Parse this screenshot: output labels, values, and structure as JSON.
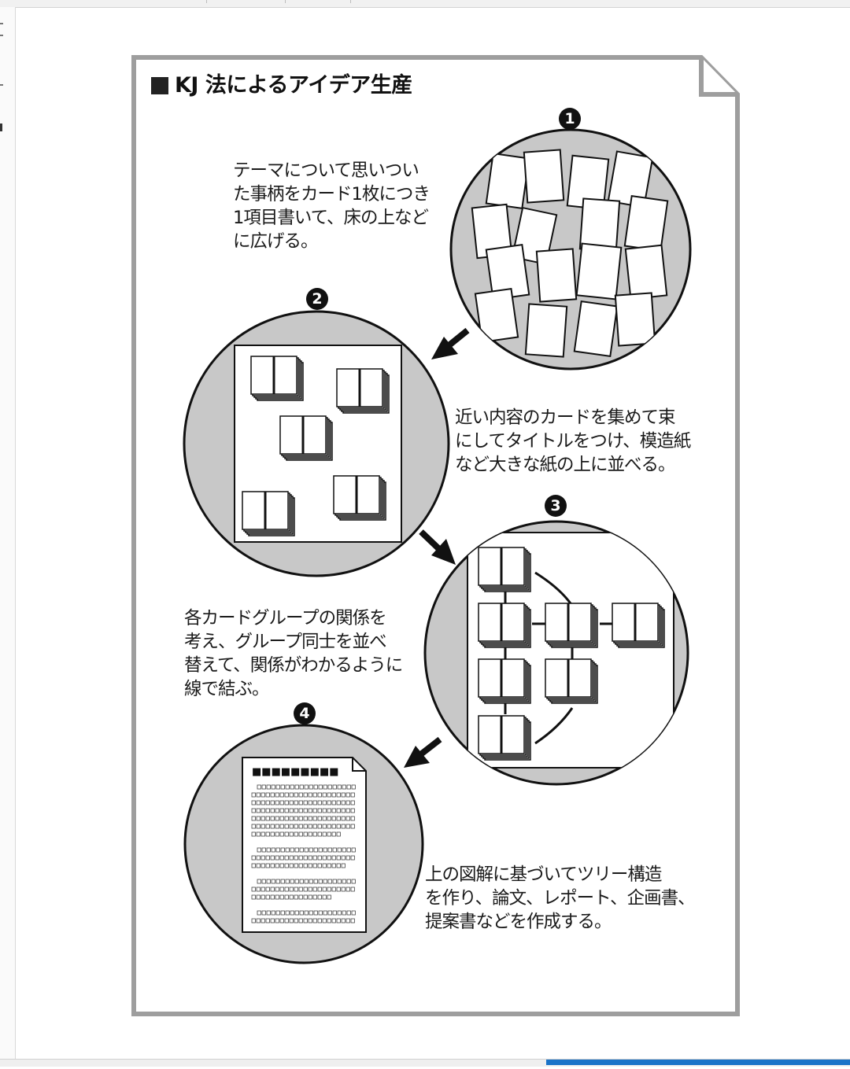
{
  "title": "KJ 法によるアイデア生産",
  "steps": [
    {
      "number": "1",
      "text": "テーマについて思いつい\nた事柄をカード1枚につき\n1項目書いて、床の上など\nに広げる。"
    },
    {
      "number": "2",
      "text": "近い内容のカードを集めて束\nにしてタイトルをつけ、模造紙\nなど大きな紙の上に並べる。"
    },
    {
      "number": "3",
      "text": "各カードグループの関係を\n考え、グループ同士を並べ\n替えて、関係がわかるように\n線で結ぶ。"
    },
    {
      "number": "4",
      "text": "上の図解に基づいてツリー構造\nを作り、論文、レポート、企画書、\n提案書などを作成する。"
    }
  ],
  "document_heading_glyphs": "■■■■■■■■■",
  "colors": {
    "frame": "#9e9e9e",
    "circle_fill": "#c8c8c8",
    "ink": "#111111",
    "accent": "#1a73c8"
  }
}
